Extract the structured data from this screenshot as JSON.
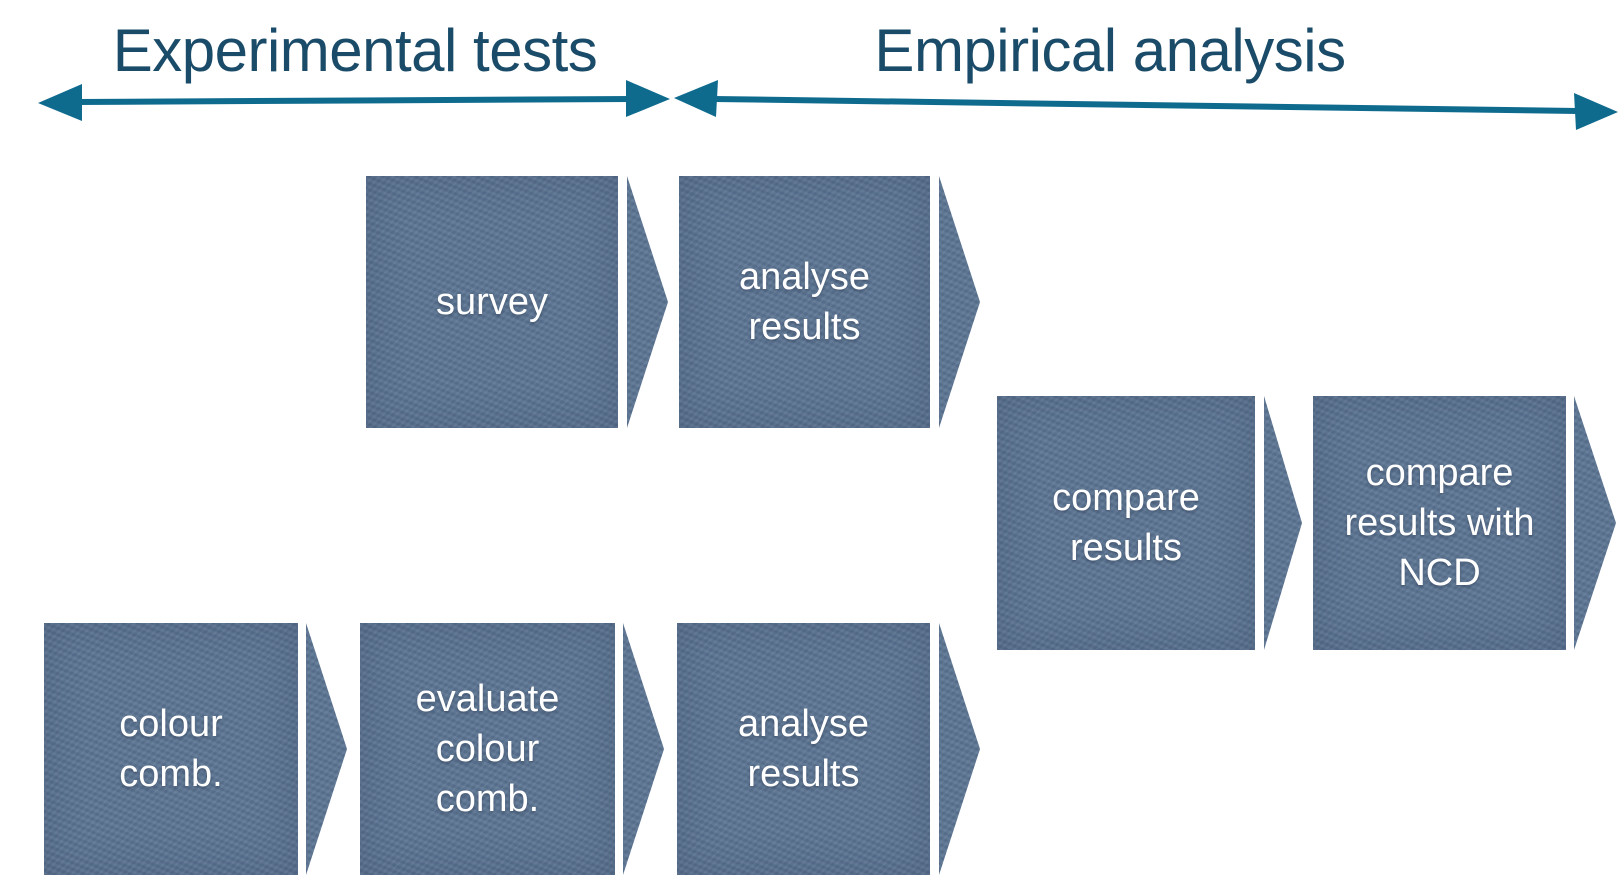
{
  "colors": {
    "accent_teal": "#0f6b8e",
    "header_text": "#1a4b68",
    "box_fill": "#5d7694",
    "box_text": "#ffffff",
    "background": "#ffffff"
  },
  "phases": [
    {
      "id": "experimental-tests",
      "label": "Experimental tests"
    },
    {
      "id": "empirical-analysis",
      "label": "Empirical analysis"
    }
  ],
  "boxes": [
    {
      "id": "survey",
      "label": "survey"
    },
    {
      "id": "analyse-results-top",
      "label": "analyse\nresults"
    },
    {
      "id": "compare-results",
      "label": "compare\nresults"
    },
    {
      "id": "compare-results-ncd",
      "label": "compare\nresults with\nNCD"
    },
    {
      "id": "colour-comb",
      "label": "colour\ncomb."
    },
    {
      "id": "evaluate-colour-comb",
      "label": "evaluate\ncolour\ncomb."
    },
    {
      "id": "analyse-results-bottom",
      "label": "analyse\nresults"
    }
  ]
}
